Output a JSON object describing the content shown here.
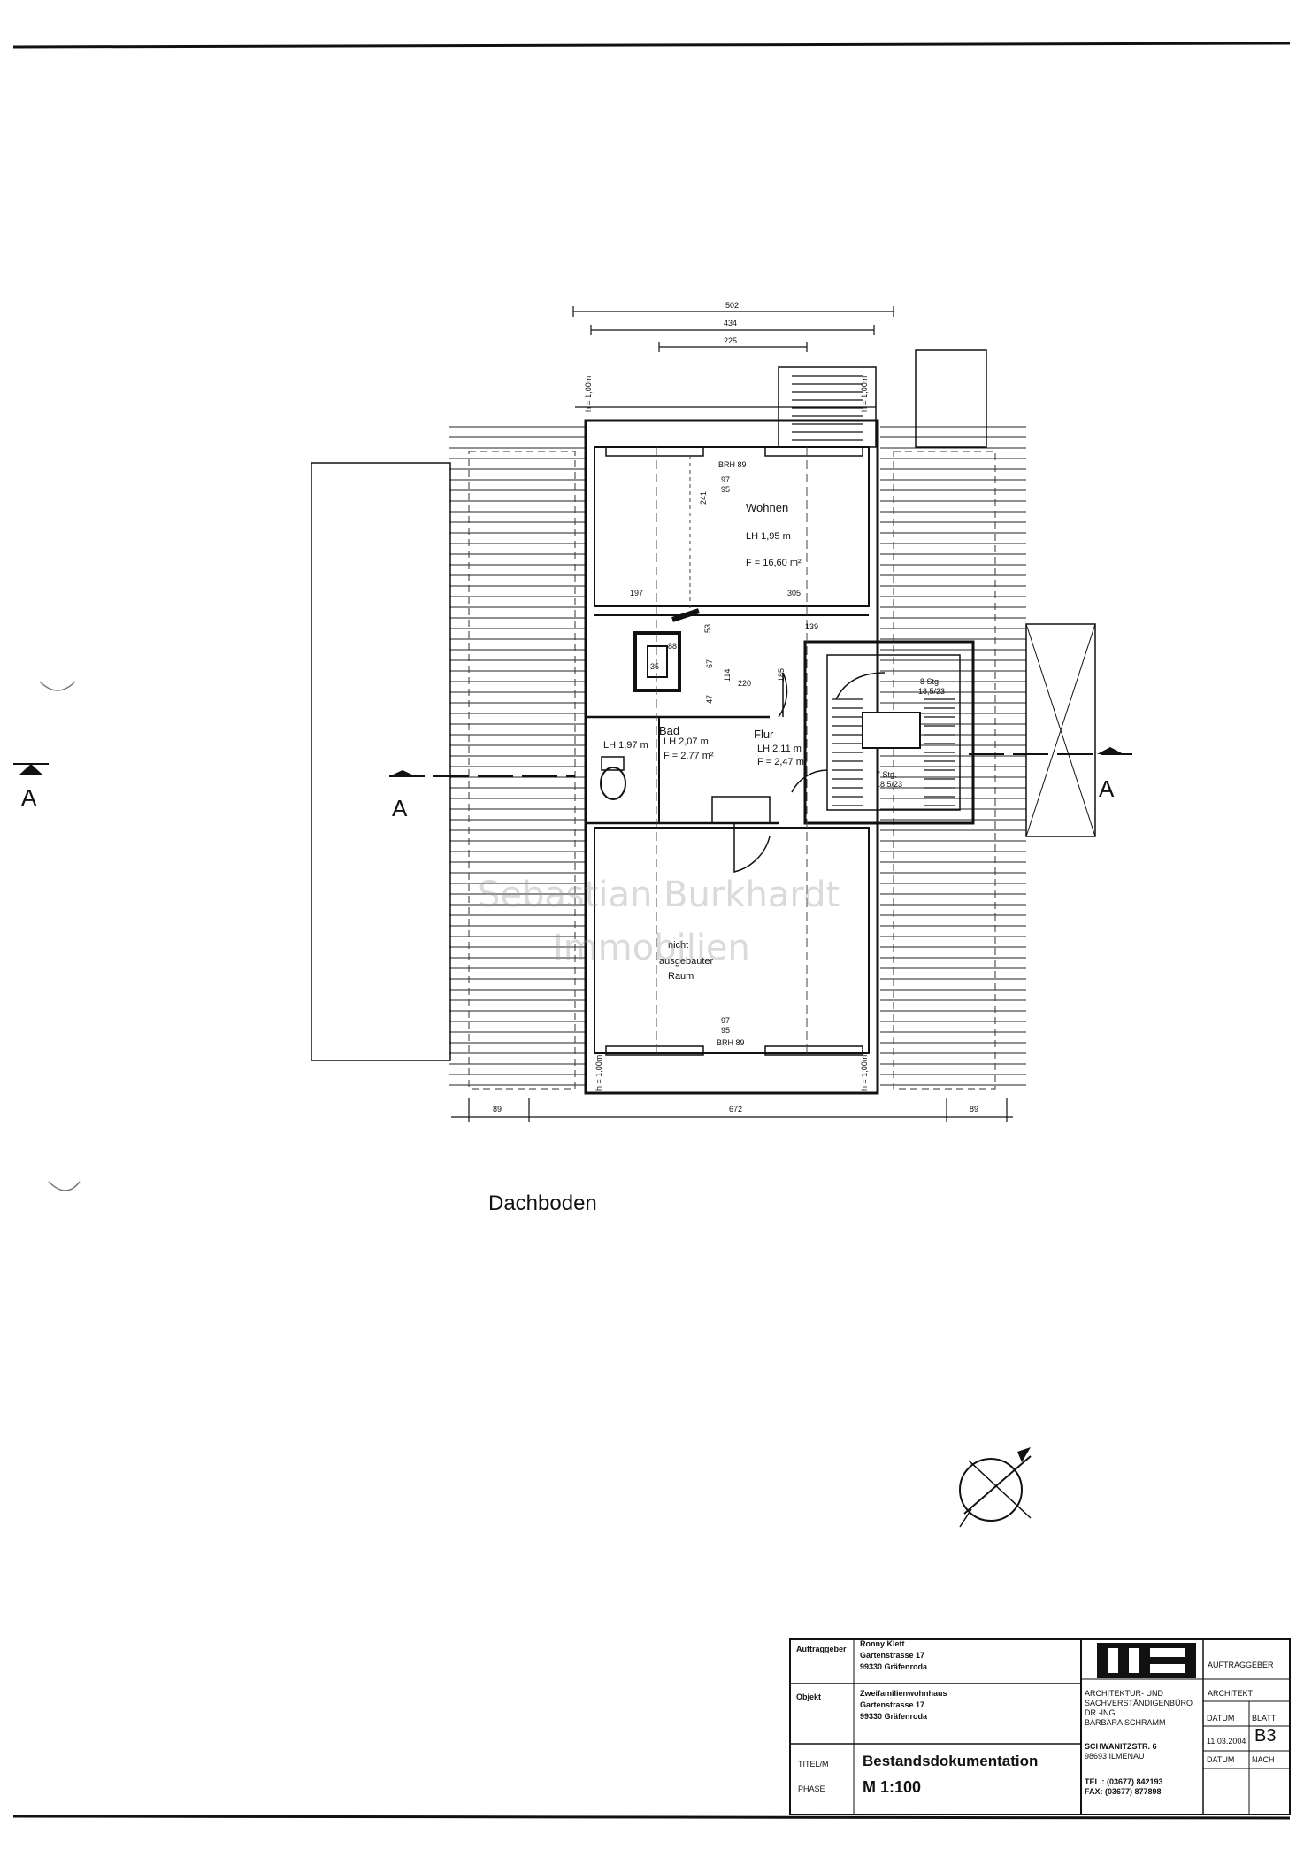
{
  "dimensions": {
    "top_outer": "502",
    "top_mid": "434",
    "top_inner": "225",
    "bottom_left": "89",
    "bottom_mid": "672",
    "bottom_right": "89",
    "h_mark": "h = 1,00m",
    "wohnen_197": "197",
    "wohnen_305": "305",
    "wohnen_241": "241",
    "dim_139": "139",
    "dim_53": "53",
    "dim_88": "88",
    "dim_35": "35",
    "dim_67": "67",
    "dim_114": "114",
    "dim_47": "47",
    "dim_220": "220",
    "dim_185": "185",
    "top_brh": "BRH 89",
    "top_97": "97",
    "top_95": "95",
    "bot_97": "97",
    "bot_95": "95",
    "bot_brh": "BRH 89"
  },
  "rooms": {
    "wohnen_name": "Wohnen",
    "wohnen_lh": "LH 1,95 m",
    "wohnen_f": "F = 16,60 m²",
    "bad_name": "Bad",
    "bad_lh": "LH 2,07 m",
    "bad_f": "F = 2,77 m²",
    "bad_lh2": "LH 1,97 m",
    "flur_name": "Flur",
    "flur_lh": "LH 2,11 m",
    "flur_f": "F = 2,47 m²",
    "stair_top": "8 Stg.",
    "stair_top2": "18,5/23",
    "stair_bot": "7 Stg.",
    "stair_bot2": "18,5/23",
    "raum_1": "nicht",
    "raum_2": "ausgebauter",
    "raum_3": "Raum"
  },
  "section_marks": {
    "left_outer": "A",
    "left_inner": "A",
    "right": "A"
  },
  "caption": "Dachboden",
  "watermark": {
    "line1": "Sebastian Burkhardt",
    "line2": "Immobilien"
  },
  "title_block": {
    "auftraggeber_label": "Auftraggeber",
    "auftraggeber_1": "Ronny Klett",
    "auftraggeber_2": "Gartenstrasse 17",
    "auftraggeber_3": "99330 Gräfenroda",
    "objekt_label": "Objekt",
    "objekt_1": "Zweifamilienwohnhaus",
    "objekt_2": "Gartenstrasse 17",
    "objekt_3": "99330 Gräfenroda",
    "titel_label": "TITEL/M",
    "phase_label": "PHASE",
    "titel_value": "Bestandsdokumentation",
    "massstab": "M 1:100",
    "arch_1": "ARCHITEKTUR- UND",
    "arch_2": "SACHVERSTÄNDIGENBÜRO",
    "arch_3": "DR.-ING.",
    "arch_4": "BARBARA SCHRAMM",
    "arch_addr1": "SCHWANITZSTR. 6",
    "arch_addr2": "98693 ILMENAU",
    "tel": "TEL.: (03677) 842193",
    "fax": "FAX: (03677) 877898",
    "auftraggeber_hdr": "AUFTRAGGEBER",
    "architekt_hdr": "ARCHITEKT",
    "datum_label": "DATUM",
    "datum_value": "11.03.2004",
    "blatt_label": "BLATT",
    "blatt_value": "B3",
    "datum2_label": "DATUM",
    "nach_label": "NACH"
  }
}
